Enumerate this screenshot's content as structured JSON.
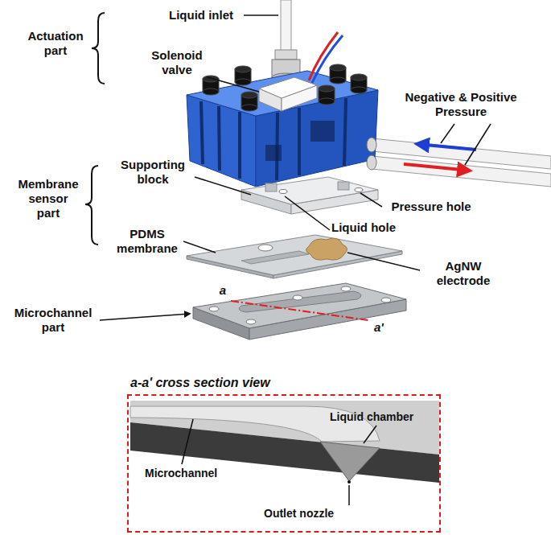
{
  "diagram": {
    "nodes": [
      {
        "text": [
          "a-a' cross section view",
          "Liquid chamber",
          "Microchannel",
          "Outlet nozzle"
        ]
      }
    ],
    "labels": [
      "Liquid inlet",
      "Actuation part",
      "Solenoid valve",
      "Negative & Positive Pressure",
      "Supporting block",
      "Membrane sensor part",
      "Pressure hole",
      "Liquid hole",
      "PDMS membrane",
      "AgNW electrode",
      "a",
      "Microchannel part",
      "a'"
    ]
  }
}
